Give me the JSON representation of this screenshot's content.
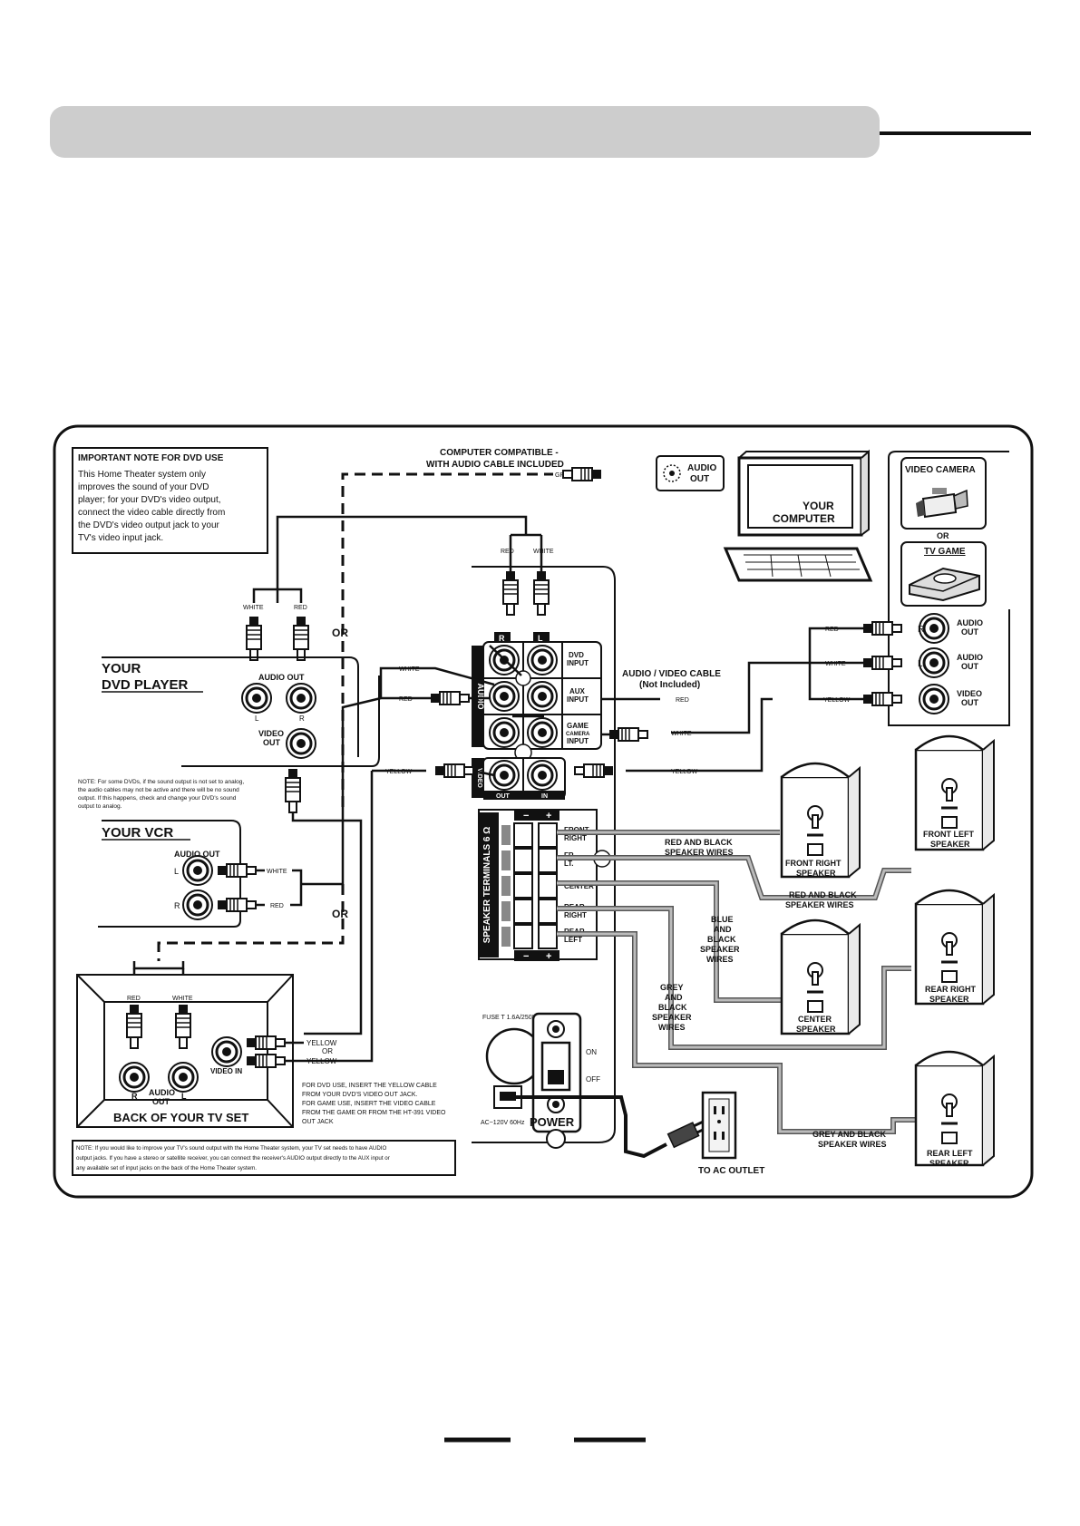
{
  "diagram": {
    "note_dvd": {
      "title": "IMPORTANT NOTE FOR DVD USE",
      "lines": [
        "This Home Theater system only",
        "improves the sound of your DVD",
        "player; for your DVD's video output,",
        "connect the video cable directly from",
        "the DVD's video output jack to your",
        "TV's video input jack."
      ]
    },
    "computer": {
      "banner_1": "COMPUTER COMPATIBLE -",
      "banner_2": "WITH AUDIO CABLE INCLUDED",
      "green": "GREEN",
      "audio_out_1": "AUDIO",
      "audio_out_2": "OUT",
      "label_1": "YOUR",
      "label_2": "COMPUTER"
    },
    "camera": {
      "video_camera": "VIDEO CAMERA",
      "or": "OR",
      "tv_game": "TV GAME",
      "red": "RED",
      "white": "WHITE",
      "yellow": "YELLOW",
      "r": "R",
      "l": "L",
      "audio_out": "AUDIO",
      "out": "OUT",
      "video_out": "VIDEO"
    },
    "av_cable_1": "AUDIO / VIDEO CABLE",
    "av_cable_2": "(Not Included)",
    "dvd": {
      "white": "WHITE",
      "red": "RED",
      "label_1": "YOUR",
      "label_2": "DVD PLAYER",
      "audio_out": "AUDIO OUT",
      "l": "L",
      "r": "R",
      "video": "VIDEO",
      "out": "OUT",
      "note": [
        "NOTE: For some DVDs, if the sound output is not set to analog,",
        "the audio cables may not be active and there will be no sound",
        "output. If this happens, check and change your DVD's sound",
        "output to analog."
      ]
    },
    "or": "OR",
    "receiver": {
      "red": "RED",
      "white": "WHITE",
      "r": "R",
      "l": "L",
      "audio": "AUDIO",
      "video": "VIDEO",
      "dvd_input_1": "DVD",
      "dvd_input_2": "INPUT",
      "aux_input_1": "AUX",
      "aux_input_2": "INPUT",
      "game_1": "GAME",
      "game_2": "CAMERA",
      "game_3": "INPUT",
      "out": "OUT",
      "in": "IN",
      "wire_white": "WHITE",
      "wire_red": "RED",
      "wire_yellow": "YELLOW",
      "minus": "−",
      "plus": "+",
      "speaker_terminals": "SPEAKER TERMINALS 6 Ω",
      "front_right_1": "FRONT",
      "front_right_2": "RIGHT",
      "front_left_1": "FR",
      "front_left_2": "LT.",
      "center": "CENTER",
      "rear_right_1": "REAR",
      "rear_right_2": "RIGHT",
      "rear_left_1": "REAR",
      "rear_left_2": "LEFT",
      "fuse": "FUSE T 1.6A/250V",
      "ac": "AC~120V 60Hz",
      "power": "POWER",
      "on": "ON",
      "off": "OFF"
    },
    "vcr": {
      "label": "YOUR VCR",
      "audio_out": "AUDIO OUT",
      "l": "L",
      "r": "R",
      "white": "WHITE",
      "red": "RED"
    },
    "tv": {
      "red": "RED",
      "white": "WHITE",
      "r": "R",
      "audio": "AUDIO",
      "out": "OUT",
      "l": "L",
      "video_in": "VIDEO IN",
      "label": "BACK OF YOUR TV SET",
      "yellow_1": "YELLOW",
      "or": "OR",
      "yellow_2": "YELLOW"
    },
    "dvd_note_lines": [
      "FOR DVD USE, INSERT THE YELLOW CABLE",
      "FROM YOUR DVD'S VIDEO OUT JACK.",
      "FOR GAME USE, INSERT THE VIDEO CABLE",
      "FROM THE GAME OR FROM THE HT-391 VIDEO",
      "OUT JACK"
    ],
    "bottom_note": [
      "NOTE: If you would like to improve your TV's sound output with the Home Theater system, your TV set needs to have AUDIO",
      "output jacks. If you have a stereo or satellite receiver, you can connect the receiver's AUDIO output directly to the AUX input or",
      "any available set of input jacks on the back of the Home Theater system."
    ],
    "speakers": {
      "wires_rb_1a": "RED AND BLACK",
      "wires_rb_1b": "SPEAKER WIRES",
      "wires_rb_2a": "RED AND BLACK",
      "wires_rb_2b": "SPEAKER WIRES",
      "blue": [
        "BLUE",
        "AND",
        "BLACK",
        "SPEAKER",
        "WIRES"
      ],
      "grey": [
        "GREY",
        "AND",
        "BLACK",
        "SPEAKER",
        "WIRES"
      ],
      "grey2_a": "GREY AND BLACK",
      "grey2_b": "SPEAKER WIRES",
      "front_right_1": "FRONT RIGHT",
      "front_right_2": "SPEAKER",
      "front_left_1": "FRONT LEFT",
      "front_left_2": "SPEAKER",
      "center_1": "CENTER",
      "center_2": "SPEAKER",
      "rear_right_1": "REAR RIGHT",
      "rear_right_2": "SPEAKER",
      "rear_left_1": "REAR LEFT",
      "rear_left_2": "SPEAKER"
    },
    "ac_outlet": "TO AC OUTLET"
  }
}
